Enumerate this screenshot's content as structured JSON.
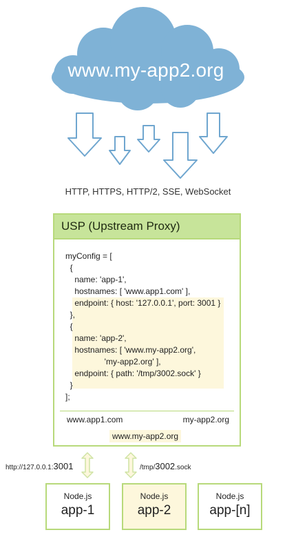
{
  "cloud": {
    "label": "www.my-app2.org"
  },
  "protocols": "HTTP, HTTPS, HTTP/2, SSE, WebSocket",
  "usp": {
    "title": "USP (Upstream Proxy)",
    "code": [
      "myConfig = [",
      "  {",
      "    name: 'app-1',",
      "    hostnames: [ 'www.app1.com' ],",
      "    endpoint: { host: '127.0.0.1', port: 3001 }",
      "  },",
      "  {",
      "    name: 'app-2',",
      "    hostnames: [ 'www.my-app2.org',",
      "                 'my-app2.org' ],",
      "    endpoint: { path: '/tmp/3002.sock' }",
      "  }",
      "];"
    ],
    "host_left": "www.app1.com",
    "host_right": "my-app2.org",
    "host_center": "www.my-app2.org"
  },
  "connections": {
    "left_small": "http://127.0.0.1:",
    "left_big": "3001",
    "right_small_a": "/tmp/",
    "right_big": "3002",
    "right_small_b": ".sock"
  },
  "nodes": [
    {
      "runtime": "Node.js",
      "app": "app-1"
    },
    {
      "runtime": "Node.js",
      "app": "app-2"
    },
    {
      "runtime": "Node.js",
      "app": "app-[n]"
    }
  ],
  "colors": {
    "cloud": "#7fb2d6",
    "arrow_stroke": "#6fa6cf",
    "usp_border": "#b7d97a",
    "usp_header": "#c7e49a",
    "highlight": "#fdf7dc"
  }
}
